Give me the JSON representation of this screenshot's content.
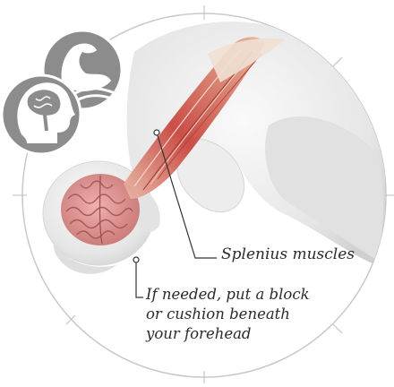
{
  "labels": {
    "splenius": "Splenius muscles",
    "note": [
      "If needed, put a block",
      "or cushion beneath",
      "your forehead"
    ]
  },
  "icons": [
    {
      "name": "muscle-icon",
      "color": "#8c8c8c"
    },
    {
      "name": "brain-head-icon",
      "color": "#8c8c8c"
    }
  ],
  "colors": {
    "ring": "#c9c9c9",
    "muscle": "#c0504d",
    "brain": "#d98a8a",
    "body": "#e9e9e9",
    "leader_line": "#333333"
  }
}
